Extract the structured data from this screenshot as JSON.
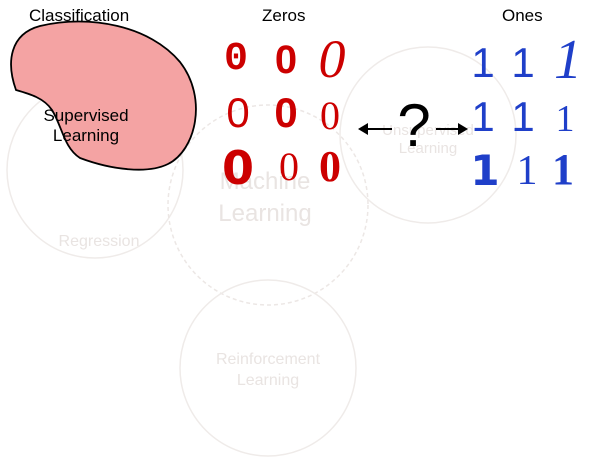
{
  "headers": {
    "classification": "Classification",
    "zeros": "Zeros",
    "ones": "Ones"
  },
  "supervised": {
    "line1": "Supervised",
    "line2": "Learning"
  },
  "faded": {
    "regression": "Regression",
    "ml_line1": "Machine",
    "ml_line2": "Learning",
    "unsup_line1": "Unsupervised",
    "unsup_line2": "Learning",
    "rl_line1": "Reinforcement",
    "rl_line2": "Learning"
  },
  "question_mark": "?",
  "zeros": [
    "0",
    "0",
    "0",
    "0",
    "0",
    "0",
    "0",
    "0",
    "0"
  ],
  "ones": [
    "1",
    "1",
    "1",
    "1",
    "1",
    "1",
    "1",
    "1",
    "1"
  ],
  "colors": {
    "zero": "#cc0000",
    "one": "#1f3fc9",
    "classification_fill": "#f4a3a3",
    "faded_circle": "#eeeae8"
  }
}
